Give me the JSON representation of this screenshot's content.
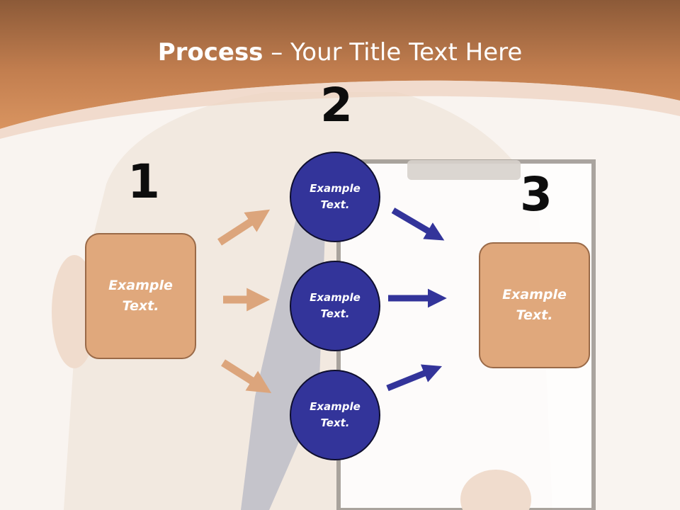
{
  "slide": {
    "title_bold": "Process",
    "title_rest": " – Your Title Text Here"
  },
  "steps": [
    "1",
    "2",
    "3"
  ],
  "left_box": {
    "text": "Example Text."
  },
  "circles": [
    {
      "text": "Example Text."
    },
    {
      "text": "Example Text."
    },
    {
      "text": "Example Text."
    }
  ],
  "right_box": {
    "text": "Example Text."
  },
  "colors": {
    "header": "#c98250",
    "box_fill": "#e0a87c",
    "circle_fill": "#33349a",
    "arrow_left": "#dca57c",
    "arrow_right": "#33349a"
  }
}
